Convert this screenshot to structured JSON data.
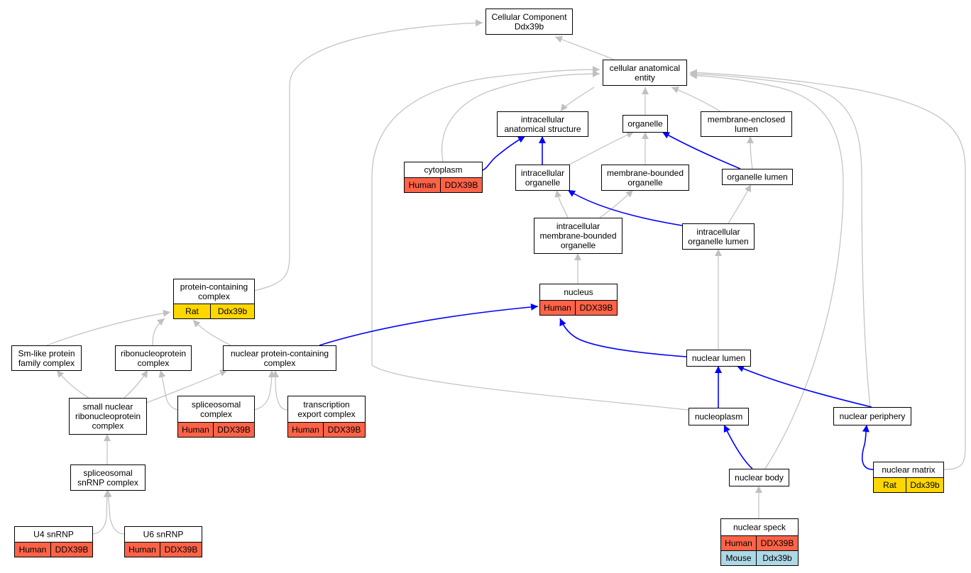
{
  "colors": {
    "human": "#ff6347",
    "rat": "#ffd700",
    "mouse": "#add8e6",
    "edge_is_a": "#c0c0c0",
    "edge_part_of": "#0000ff"
  },
  "nodes": {
    "root": {
      "lines": [
        "Cellular Component",
        "Ddx39b"
      ]
    },
    "cae": {
      "lines": [
        "cellular anatomical",
        "entity"
      ]
    },
    "ias": {
      "lines": [
        "intracellular",
        "anatomical structure"
      ]
    },
    "organelle": {
      "lines": [
        "organelle"
      ]
    },
    "mel": {
      "lines": [
        "membrane-enclosed",
        "lumen"
      ]
    },
    "cytoplasm": {
      "lines": [
        "cytoplasm"
      ],
      "annotations": [
        {
          "species": "Human",
          "gene": "DDX39B"
        }
      ]
    },
    "io": {
      "lines": [
        "intracellular",
        "organelle"
      ]
    },
    "mbo": {
      "lines": [
        "membrane-bounded",
        "organelle"
      ]
    },
    "ol": {
      "lines": [
        "organelle lumen"
      ]
    },
    "imbo": {
      "lines": [
        "intracellular",
        "membrane-bounded",
        "organelle"
      ]
    },
    "iol": {
      "lines": [
        "intracellular",
        "organelle lumen"
      ]
    },
    "pcc": {
      "lines": [
        "protein-containing",
        "complex"
      ],
      "annotations": [
        {
          "species": "Rat",
          "gene": "Ddx39b"
        }
      ]
    },
    "nucleus": {
      "lines": [
        "nucleus"
      ],
      "annotations": [
        {
          "species": "Human",
          "gene": "DDX39B"
        }
      ]
    },
    "smlike": {
      "lines": [
        "Sm-like protein",
        "family complex"
      ]
    },
    "rnp": {
      "lines": [
        "ribonucleoprotein",
        "complex"
      ]
    },
    "npcc": {
      "lines": [
        "nuclear protein-containing",
        "complex"
      ]
    },
    "nlumen": {
      "lines": [
        "nuclear lumen"
      ]
    },
    "snrnp": {
      "lines": [
        "small nuclear",
        "ribonucleoprotein",
        "complex"
      ]
    },
    "splcx": {
      "lines": [
        "spliceosomal",
        "complex"
      ],
      "annotations": [
        {
          "species": "Human",
          "gene": "DDX39B"
        }
      ]
    },
    "tex": {
      "lines": [
        "transcription",
        "export complex"
      ],
      "annotations": [
        {
          "species": "Human",
          "gene": "DDX39B"
        }
      ]
    },
    "nucleoplasm": {
      "lines": [
        "nucleoplasm"
      ]
    },
    "nperiph": {
      "lines": [
        "nuclear periphery"
      ]
    },
    "ssnrnp": {
      "lines": [
        "spliceosomal",
        "snRNP complex"
      ]
    },
    "nbody": {
      "lines": [
        "nuclear body"
      ]
    },
    "nmatrix": {
      "lines": [
        "nuclear matrix"
      ],
      "annotations": [
        {
          "species": "Rat",
          "gene": "Ddx39b"
        }
      ]
    },
    "u4": {
      "lines": [
        "U4 snRNP"
      ],
      "annotations": [
        {
          "species": "Human",
          "gene": "DDX39B"
        }
      ]
    },
    "u6": {
      "lines": [
        "U6 snRNP"
      ],
      "annotations": [
        {
          "species": "Human",
          "gene": "DDX39B"
        }
      ]
    },
    "nspeck": {
      "lines": [
        "nuclear speck"
      ],
      "annotations": [
        {
          "species": "Human",
          "gene": "DDX39B"
        },
        {
          "species": "Mouse",
          "gene": "Ddx39b"
        }
      ]
    }
  },
  "edges": [
    {
      "from": "cae",
      "to": "root",
      "type": "is_a"
    },
    {
      "from": "pcc",
      "to": "root",
      "type": "is_a"
    },
    {
      "from": "ias",
      "to": "cae",
      "type": "is_a"
    },
    {
      "from": "organelle",
      "to": "cae",
      "type": "is_a"
    },
    {
      "from": "mel",
      "to": "cae",
      "type": "is_a"
    },
    {
      "from": "cytoplasm",
      "to": "cae",
      "type": "is_a"
    },
    {
      "from": "nucleoplasm",
      "to": "cae",
      "type": "is_a"
    },
    {
      "from": "nbody",
      "to": "cae",
      "type": "is_a"
    },
    {
      "from": "nperiph",
      "to": "cae",
      "type": "is_a"
    },
    {
      "from": "nmatrix",
      "to": "cae",
      "type": "is_a"
    },
    {
      "from": "cytoplasm",
      "to": "ias",
      "type": "part_of"
    },
    {
      "from": "io",
      "to": "ias",
      "type": "part_of"
    },
    {
      "from": "io",
      "to": "organelle",
      "type": "is_a"
    },
    {
      "from": "mbo",
      "to": "organelle",
      "type": "is_a"
    },
    {
      "from": "ol",
      "to": "organelle",
      "type": "part_of"
    },
    {
      "from": "ol",
      "to": "mel",
      "type": "is_a"
    },
    {
      "from": "imbo",
      "to": "io",
      "type": "is_a"
    },
    {
      "from": "imbo",
      "to": "mbo",
      "type": "is_a"
    },
    {
      "from": "iol",
      "to": "io",
      "type": "part_of"
    },
    {
      "from": "iol",
      "to": "ol",
      "type": "is_a"
    },
    {
      "from": "nucleus",
      "to": "imbo",
      "type": "is_a"
    },
    {
      "from": "npcc",
      "to": "nucleus",
      "type": "part_of"
    },
    {
      "from": "nlumen",
      "to": "nucleus",
      "type": "part_of"
    },
    {
      "from": "nlumen",
      "to": "iol",
      "type": "is_a"
    },
    {
      "from": "smlike",
      "to": "pcc",
      "type": "is_a"
    },
    {
      "from": "rnp",
      "to": "pcc",
      "type": "is_a"
    },
    {
      "from": "npcc",
      "to": "pcc",
      "type": "is_a"
    },
    {
      "from": "snrnp",
      "to": "smlike",
      "type": "is_a"
    },
    {
      "from": "snrnp",
      "to": "rnp",
      "type": "is_a"
    },
    {
      "from": "snrnp",
      "to": "npcc",
      "type": "is_a"
    },
    {
      "from": "splcx",
      "to": "rnp",
      "type": "is_a"
    },
    {
      "from": "splcx",
      "to": "npcc",
      "type": "is_a"
    },
    {
      "from": "tex",
      "to": "npcc",
      "type": "is_a"
    },
    {
      "from": "nucleoplasm",
      "to": "nlumen",
      "type": "part_of"
    },
    {
      "from": "nperiph",
      "to": "nlumen",
      "type": "part_of"
    },
    {
      "from": "ssnrnp",
      "to": "snrnp",
      "type": "is_a"
    },
    {
      "from": "u4",
      "to": "ssnrnp",
      "type": "is_a"
    },
    {
      "from": "u6",
      "to": "ssnrnp",
      "type": "is_a"
    },
    {
      "from": "nbody",
      "to": "nucleoplasm",
      "type": "part_of"
    },
    {
      "from": "nmatrix",
      "to": "nperiph",
      "type": "part_of"
    },
    {
      "from": "nspeck",
      "to": "nbody",
      "type": "is_a"
    }
  ]
}
